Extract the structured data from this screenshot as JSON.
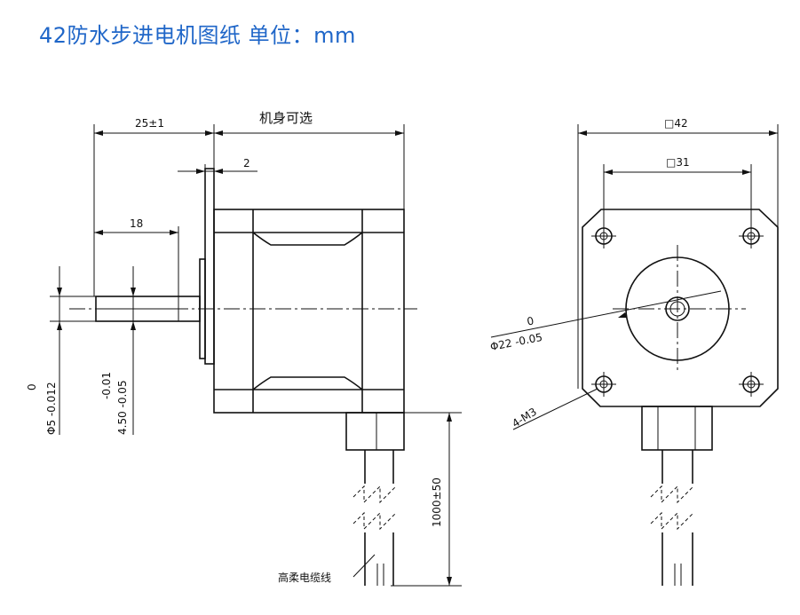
{
  "title": "42防水步进电机图纸  单位：mm",
  "dims": {
    "shaft_length": "25±1",
    "body_length": "机身可选",
    "flange_thickness": "2",
    "shaft_flat": "18",
    "shaft_dia_tol": "0",
    "shaft_dia": "Φ5 -0.012",
    "flat_tol": "-0.01",
    "flat_dim": "4.50 -0.05",
    "frame_size": "□42",
    "hole_spacing": "□31",
    "boss_tol": "0",
    "boss_dia": "Φ22 -0.05",
    "mount_holes": "4-M3",
    "cable_length": "1000±50",
    "cable_label": "高柔电缆线"
  },
  "colors": {
    "title": "#1f66c8",
    "lines": "#111111"
  }
}
